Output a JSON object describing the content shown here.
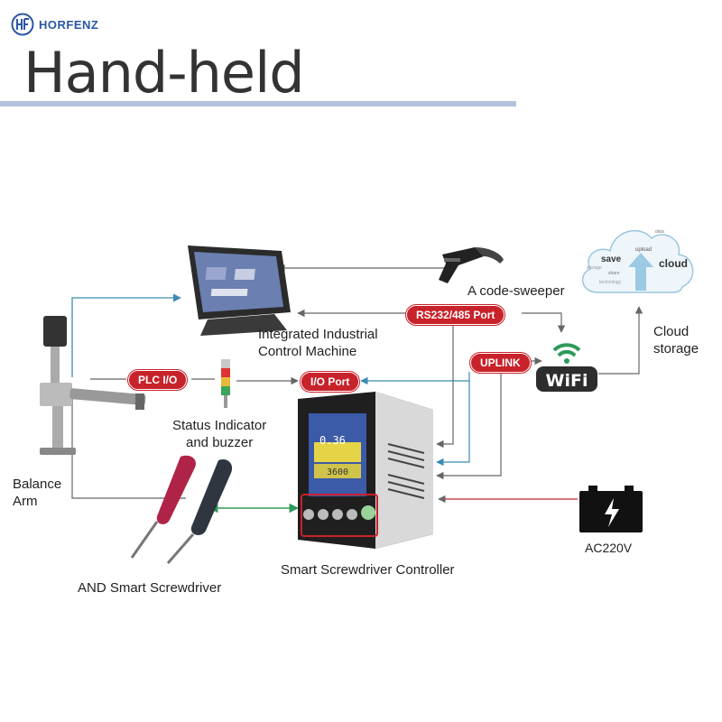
{
  "brand": {
    "name": "HORFENZ",
    "logo_icon": "hf-logo-icon",
    "color": "#2a56a6"
  },
  "page_title": "Hand-held",
  "accent_red": "#c8222a",
  "components": {
    "balance_arm": "Balance\nArm",
    "industrial_pc": "Integrated Industrial\nControl Machine",
    "code_sweeper": "A code-sweeper",
    "cloud_storage": "Cloud\nstorage",
    "status_indicator": "Status Indicator\nand buzzer",
    "screwdriver": "AND Smart Screwdriver",
    "controller": "Smart Screwdriver Controller",
    "power": "AC220V"
  },
  "ports": {
    "plc_io": "PLC I/O",
    "io_port": "I/O Port",
    "rs232": "RS232/485 Port",
    "uplink": "UPLINK"
  },
  "wifi_label": "WiFi",
  "cloud_words": {
    "save": "save",
    "cloud": "cloud",
    "upload": "upload",
    "data": "data",
    "share": "share",
    "storage": "storage",
    "technology": "technology"
  },
  "controller_screen": {
    "value_top": "0.36",
    "value_mid": "3600"
  }
}
